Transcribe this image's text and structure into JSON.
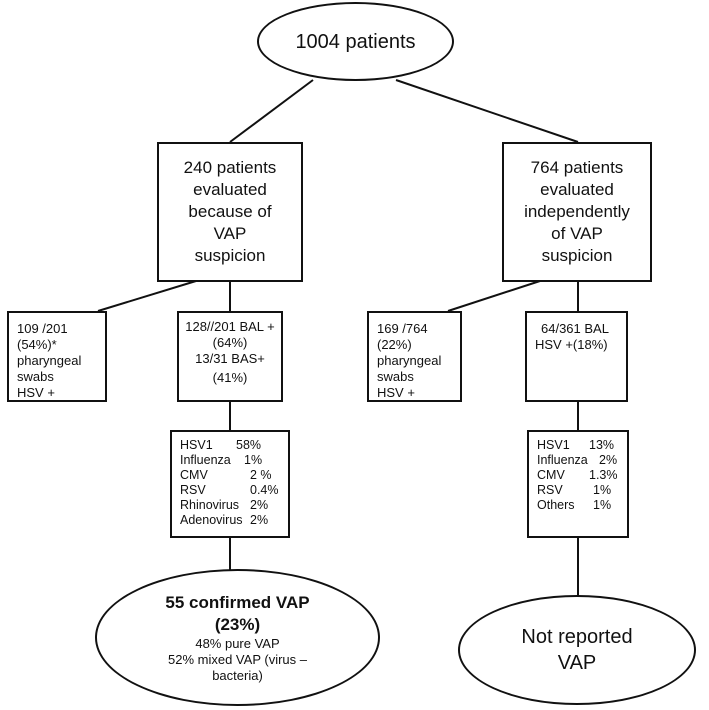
{
  "root": {
    "text": "1004 patients"
  },
  "left_branch": {
    "main": [
      "240 patients",
      "evaluated",
      "because of",
      "VAP",
      "suspicion"
    ],
    "swabs": [
      "109 /201",
      "(54%)*",
      "pharyngeal",
      "swabs",
      "HSV +"
    ],
    "bal": [
      "128//201 BAL +",
      "(64%)",
      "13/31 BAS+",
      "(41%)"
    ],
    "viruses": [
      {
        "name": "HSV1",
        "value": "58%"
      },
      {
        "name": "Influenza",
        "value": "1%"
      },
      {
        "name": "CMV",
        "value": "2 %"
      },
      {
        "name": "RSV",
        "value": "0.4%"
      },
      {
        "name": "Rhinovirus",
        "value": "2%"
      },
      {
        "name": "Adenovirus",
        "value": "2%"
      }
    ],
    "outcome": {
      "title1": "55 confirmed VAP",
      "title2": "(23%)",
      "line1": "48% pure VAP",
      "line2": "52% mixed VAP (virus –",
      "line3": "bacteria)"
    }
  },
  "right_branch": {
    "main": [
      "764 patients",
      "evaluated",
      "independently",
      "of VAP",
      "suspicion"
    ],
    "swabs": [
      "169 /764",
      "(22%)",
      "pharyngeal",
      "swabs",
      "HSV +"
    ],
    "bal": [
      "64/361 BAL",
      "HSV +(18%)"
    ],
    "viruses": [
      {
        "name": "HSV1",
        "value": "13%"
      },
      {
        "name": "Influenza",
        "value": "2%"
      },
      {
        "name": "CMV",
        "value": "1.3%"
      },
      {
        "name": "RSV",
        "value": "1%"
      },
      {
        "name": "Others",
        "value": "1%"
      }
    ],
    "outcome": {
      "line1": "Not reported",
      "line2": "VAP"
    }
  }
}
